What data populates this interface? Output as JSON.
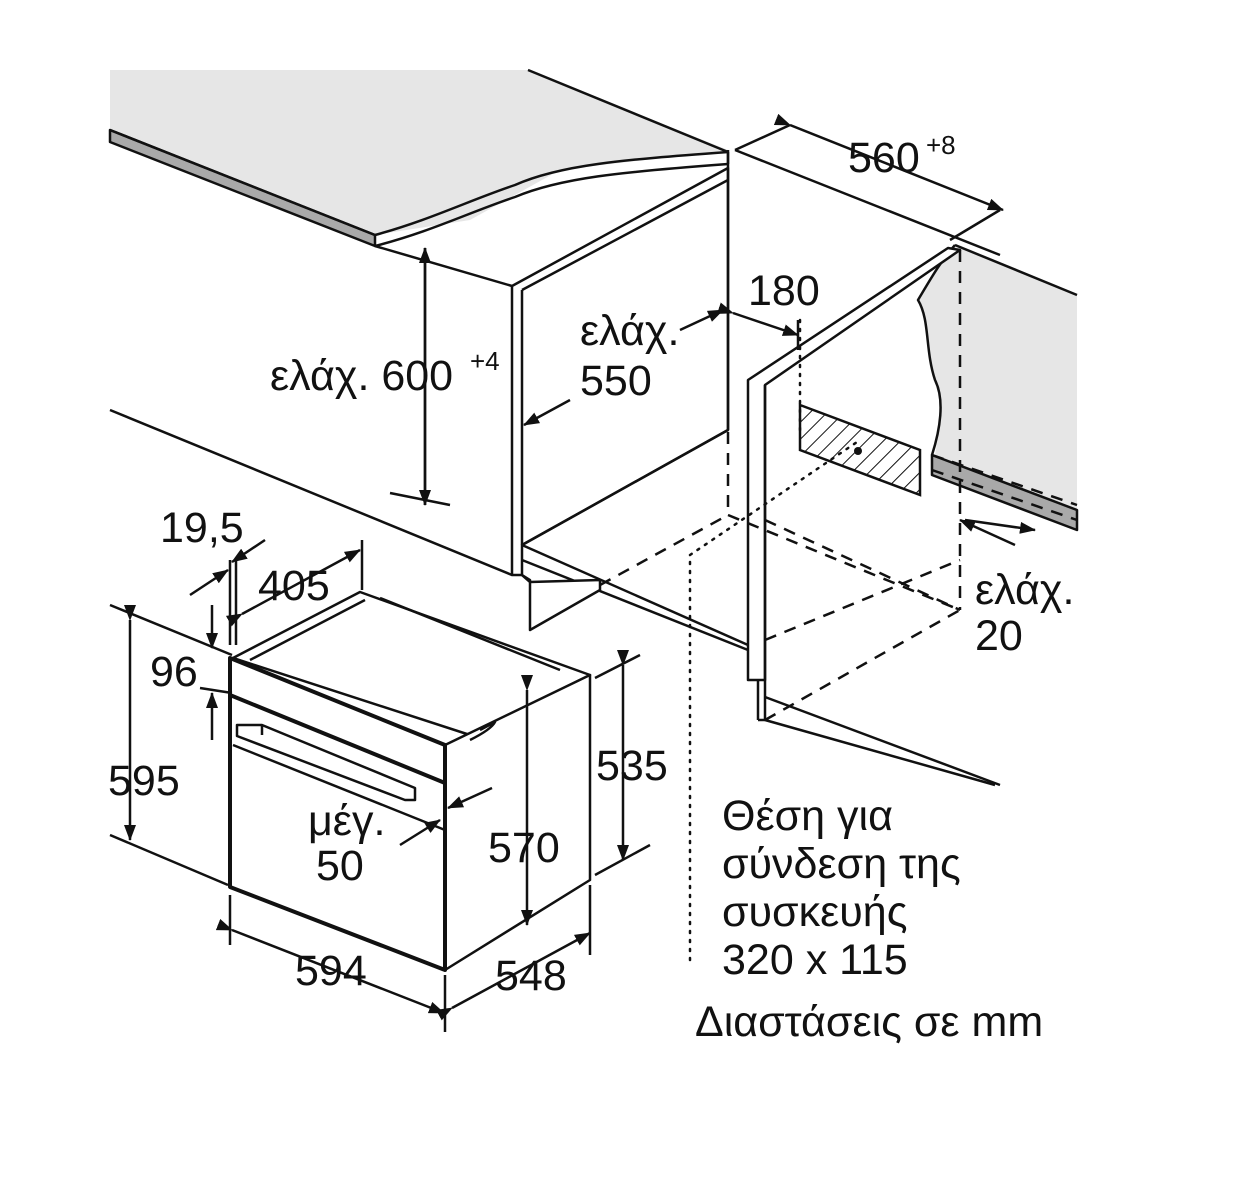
{
  "labels": {
    "w560": "560",
    "w560_sup": "+8",
    "d180": "180",
    "min550_1": "ελάχ.",
    "min550_2": "550",
    "min600": "ελάχ. 600",
    "min600_sup": "+4",
    "min20_1": "ελάχ.",
    "min20_2": "20",
    "d19_5": "19,5",
    "d405": "405",
    "d96": "96",
    "d595": "595",
    "d535": "535",
    "d570": "570",
    "max50_1": "μέγ.",
    "max50_2": "50",
    "d594": "594",
    "d548": "548",
    "conn_1": "Θέση για",
    "conn_2": "σύνδεση της",
    "conn_3": "συσκευής",
    "conn_4": "320 x 115",
    "units": "Διαστάσεις σε mm"
  },
  "colors": {
    "worktop": "#e6e6e6",
    "worktop_edge": "#a9a9a9",
    "line": "#111111",
    "background": "#ffffff"
  }
}
